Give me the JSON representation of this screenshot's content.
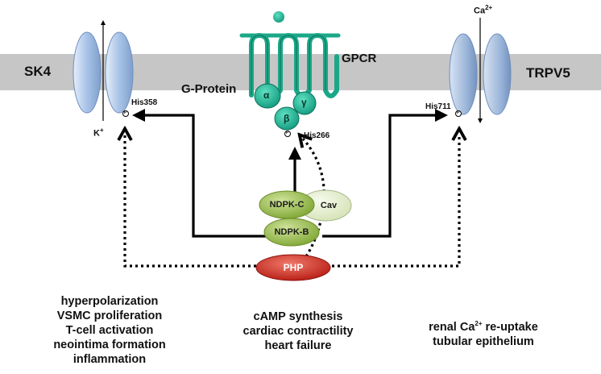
{
  "channels": {
    "sk4": {
      "name": "SK4",
      "ion": "K",
      "ion_charge": "+",
      "site": "His358"
    },
    "trpv5": {
      "name": "TRPV5",
      "ion": "Ca",
      "ion_charge": "2+",
      "site": "His711"
    }
  },
  "receptor": {
    "gpcr_label": "GPCR",
    "g_protein_label": "G-Protein",
    "subunits": {
      "alpha": "α",
      "beta": "β",
      "gamma": "γ"
    },
    "site": "His266",
    "phospho_symbol": "P"
  },
  "complex": {
    "ndpk_c": "NDPK-C",
    "cav": "Cav",
    "ndpk_b": "NDPK-B",
    "php": "PHP"
  },
  "outcomes": {
    "left": [
      "hyperpolarization",
      "VSMC proliferation",
      "T-cell activation",
      "neointima formation",
      "inflammation"
    ],
    "center": [
      "cAMP synthesis",
      "cardiac contractility",
      "heart failure"
    ],
    "right_line1_prefix": "renal Ca",
    "right_line1_sup": "2+",
    "right_line1_suffix": " re-uptake",
    "right_line2": "tubular epithelium"
  },
  "colors": {
    "membrane": "#c8c8c8",
    "channel": "#a9c4e6",
    "gpcr": "#1fb89a",
    "ndpk": "#9bbf4a",
    "cav": "#e4edcc",
    "php": "#d42a20"
  }
}
